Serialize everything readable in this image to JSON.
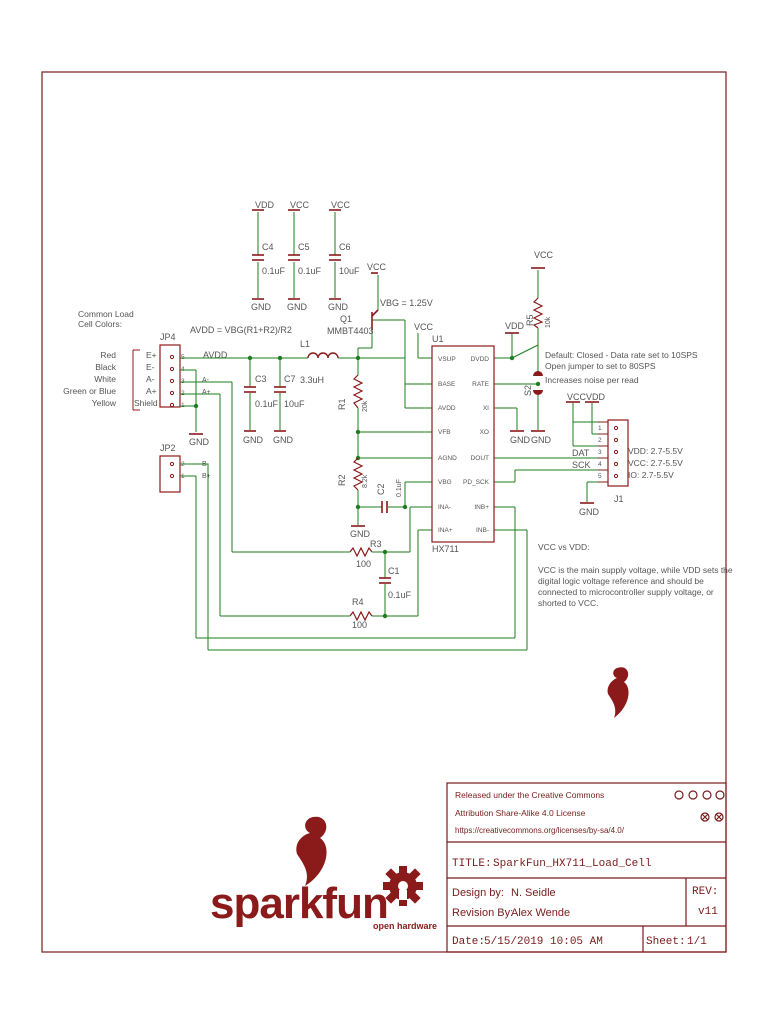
{
  "colors": {
    "frame": "#7a1b1b",
    "wire": "#1e7d1e",
    "part": "#8b1a1a",
    "text": "#555555",
    "brand": "#8b1a1a"
  },
  "power": {
    "vdd_top": "VDD",
    "vcc_top_1": "VCC",
    "vcc_top_2": "VCC",
    "vcc_q1": "VCC",
    "vcc_u1": "VCC",
    "vcc_r5": "VCC",
    "vdd_u1": "VDD",
    "vcc_j1": "VCC",
    "vdd_j1": "VDD"
  },
  "gnd": "GND",
  "components": {
    "c4": {
      "ref": "C4",
      "value": "0.1uF"
    },
    "c5": {
      "ref": "C5",
      "value": "0.1uF"
    },
    "c6": {
      "ref": "C6",
      "value": "10uF"
    },
    "c3": {
      "ref": "C3",
      "value": "0.1uF"
    },
    "c7": {
      "ref": "C7",
      "value": "10uF"
    },
    "c2": {
      "ref": "C2",
      "value": "0.1uF"
    },
    "c1": {
      "ref": "C1",
      "value": "0.1uF"
    },
    "l1": {
      "ref": "L1",
      "value": "3.3uH"
    },
    "q1": {
      "ref": "Q1",
      "value": "MMBT4403"
    },
    "r1": {
      "ref": "R1",
      "value": "20k"
    },
    "r2": {
      "ref": "R2",
      "value": "8.2k"
    },
    "r3": {
      "ref": "R3",
      "value": "100"
    },
    "r4": {
      "ref": "R4",
      "value": "100"
    },
    "r5": {
      "ref": "R5",
      "value": "10k"
    },
    "s2": {
      "ref": "S2"
    },
    "u1": {
      "ref": "U1",
      "value": "HX711"
    },
    "jp4": {
      "ref": "JP4"
    },
    "jp2": {
      "ref": "JP2"
    },
    "j1": {
      "ref": "J1"
    }
  },
  "labels": {
    "vbg_note": "VBG = 1.25V",
    "avdd_formula": "AVDD = VBG(R1+R2)/R2",
    "avdd": "AVDD",
    "load_cell_title_1": "Common Load",
    "load_cell_title_2": "Cell Colors:",
    "wire_colors": [
      "Red",
      "Black",
      "White",
      "Green or Blue",
      "Yellow"
    ],
    "jp4_signals": [
      "E+",
      "E-",
      "A-",
      "A+",
      "Shield"
    ],
    "jp4_pins": [
      "5",
      "4",
      "3",
      "2",
      "1"
    ],
    "jp4_nets": [
      "A-",
      "A+"
    ],
    "jp2_pins": [
      "2",
      "1"
    ],
    "jp2_nets": [
      "B-",
      "B+"
    ],
    "u1_left_pins": [
      "VSUP",
      "BASE",
      "AVDD",
      "VFB",
      "AGND",
      "VBG",
      "INA-",
      "INA+"
    ],
    "u1_right_pins": [
      "DVDD",
      "RATE",
      "XI",
      "XO",
      "DOUT",
      "PD_SCK",
      "INB+",
      "INB-"
    ],
    "j1_pins": [
      "1",
      "2",
      "3",
      "4",
      "5"
    ],
    "j1_signals": [
      "DAT",
      "SCK"
    ],
    "j1_notes": [
      "VDD: 2.7-5.5V",
      "VCC: 2.7-5.5V",
      "IO: 2.7-5.5V"
    ],
    "rate_note": [
      "Default: Closed - Data rate set to 10SPS",
      "Open jumper to set to 80SPS",
      "Increases noise per read"
    ],
    "vcc_vs_vdd_title": "VCC vs VDD:",
    "vcc_vs_vdd_body": [
      "VCC is the main supply voltage, while VDD sets the",
      "digital logic voltage reference and should be",
      "connected to microcontroller supply voltage, or",
      "shorted to VCC."
    ]
  },
  "title_block": {
    "license_1": "Released under the Creative Commons",
    "license_2": "Attribution Share-Alike 4.0 License",
    "license_url": "https://creativecommons.org/licenses/by-sa/4.0/",
    "title_label": "TITLE:",
    "title": "SparkFun_HX711_Load_Cell",
    "design_label": "Design by:",
    "designer": "N. Seidle",
    "revision_label": "Revision By:",
    "reviser": "Alex Wende",
    "rev_label": "REV:",
    "rev": "v11",
    "date_label": "Date:",
    "date": "5/15/2019 10:05 AM",
    "sheet_label": "Sheet:",
    "sheet": "1/1"
  },
  "branding": {
    "logo_text": "sparkfun",
    "oshw_text": "open hardware"
  }
}
